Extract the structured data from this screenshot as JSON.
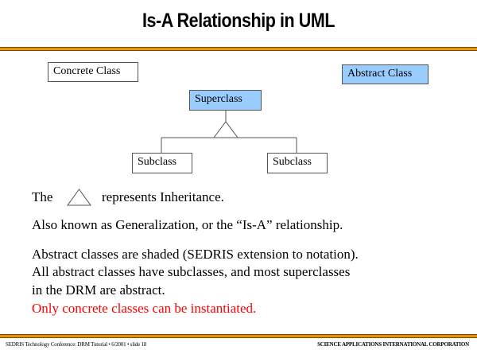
{
  "slide": {
    "title": "Is-A Relationship in UML",
    "accent_color": "#e08a00",
    "abstract_fill": "#99ccff",
    "legend": {
      "concrete_label": "Concrete Class",
      "abstract_label": "Abstract Class"
    },
    "diagram": {
      "superclass": "Superclass",
      "subclasses": [
        "Subclass",
        "Subclass"
      ],
      "relation_icon": "inheritance-triangle-icon"
    },
    "body": {
      "line1_prefix": "The",
      "line1_suffix": "represents Inheritance.",
      "line2": "Also known as Generalization, or the “Is-A” relationship.",
      "line3": "Abstract classes are shaded (SEDRIS extension to notation).",
      "line4": "All abstract classes have subclasses, and most superclasses",
      "line5": "in the DRM are abstract.",
      "line6": "Only concrete classes can be instantiated.",
      "highlight_color": "#ff0000"
    },
    "footer": {
      "left": "SEDRIS Technology Conference: DRM Tutorial • 6/2001 • slide 18",
      "right": "SCIENCE APPLICATIONS INTERNATIONAL CORPORATION"
    }
  }
}
